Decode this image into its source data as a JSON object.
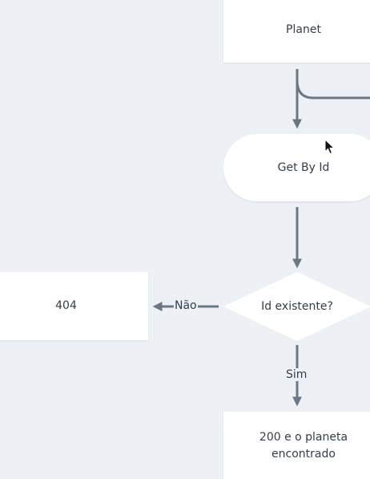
{
  "diagram": {
    "nodes": {
      "planet": "Planet",
      "get_by_id": "Get By Id",
      "id_check": "Id existente?",
      "not_found": "404",
      "found": "200 e o planeta encontrado"
    },
    "edge_labels": {
      "no": "Não",
      "yes": "Sim"
    }
  },
  "colors": {
    "background": "#edf1f5",
    "node_fill": "#ffffff",
    "connector": "#6a7886",
    "text": "#333e4b"
  },
  "icons": {
    "cursor": "mouse-pointer-icon"
  }
}
